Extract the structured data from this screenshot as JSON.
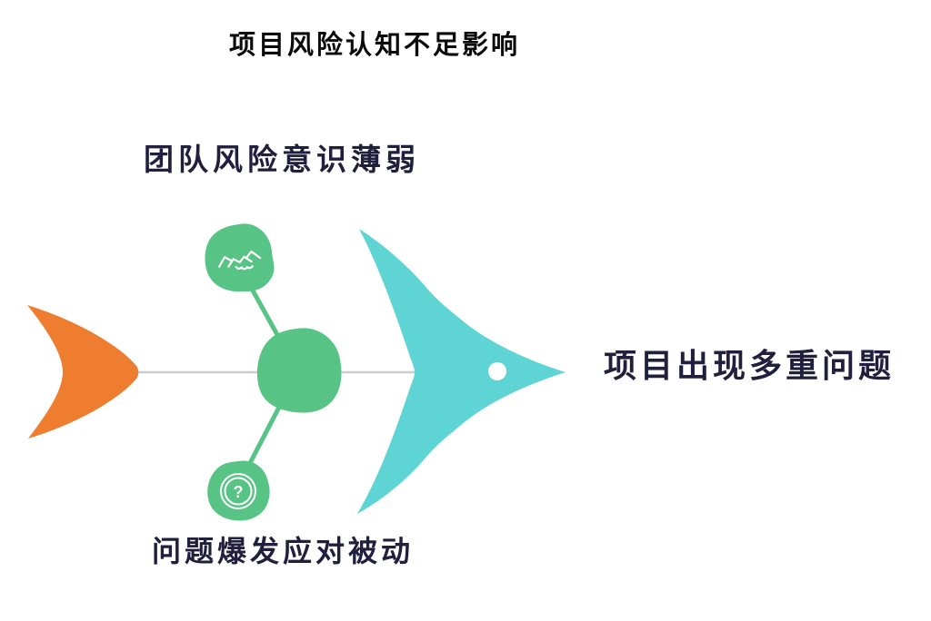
{
  "title": "项目风险认知不足影响",
  "causes": {
    "top": {
      "label": "团队风险意识薄弱",
      "icon": "handshake-icon"
    },
    "bottom": {
      "label": "问题爆发应对被动",
      "icon": "question-icon"
    }
  },
  "result": {
    "label": "项目出现多重问题"
  },
  "icons": {
    "question_glyph": "?"
  },
  "colors": {
    "bg": "#ffffff",
    "title": "#0a0a0a",
    "navy": "#20203e",
    "orange": "#ee7d2f",
    "green": "#57c384",
    "teal": "#5ed4d4",
    "line": "#cccccc",
    "white": "#ffffff"
  }
}
